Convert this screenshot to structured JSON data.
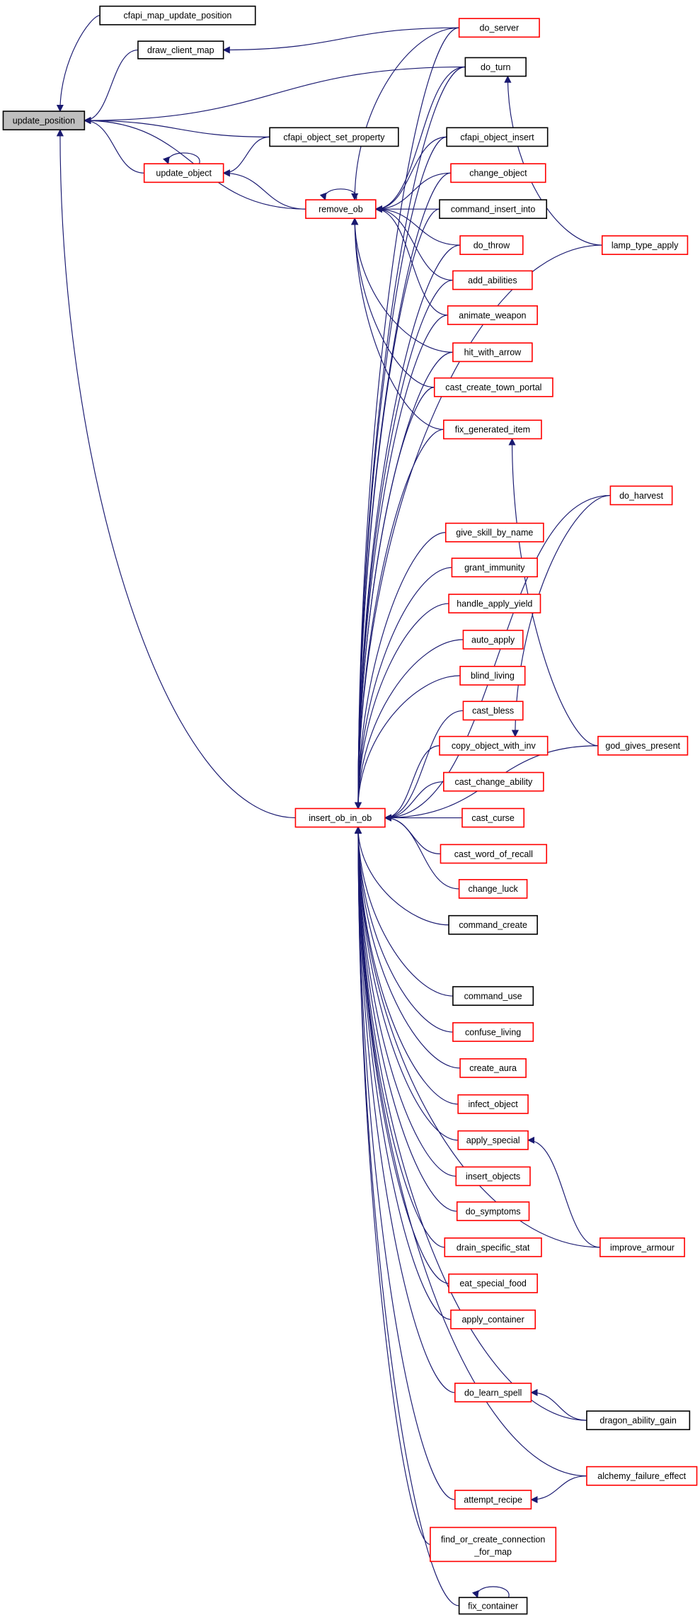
{
  "title": "update_position caller graph",
  "colors": {
    "edge": "#191970",
    "red_border": "#ff0000",
    "black_border": "#000000",
    "focus_fill": "#bfbfbf"
  },
  "nodes": [
    {
      "id": "update_position",
      "label": "update_position",
      "style": "focus"
    },
    {
      "id": "cfapi_map_update_position",
      "label": "cfapi_map_update_position",
      "style": "black"
    },
    {
      "id": "draw_client_map",
      "label": "draw_client_map",
      "style": "black"
    },
    {
      "id": "cfapi_object_set_property",
      "label": "cfapi_object_set_property",
      "style": "black"
    },
    {
      "id": "update_object",
      "label": "update_object",
      "style": "red"
    },
    {
      "id": "remove_ob",
      "label": "remove_ob",
      "style": "red"
    },
    {
      "id": "insert_ob_in_ob",
      "label": "insert_ob_in_ob",
      "style": "red"
    },
    {
      "id": "do_server",
      "label": "do_server",
      "style": "red"
    },
    {
      "id": "do_turn",
      "label": "do_turn",
      "style": "black"
    },
    {
      "id": "cfapi_object_insert",
      "label": "cfapi_object_insert",
      "style": "black"
    },
    {
      "id": "change_object",
      "label": "change_object",
      "style": "red"
    },
    {
      "id": "command_insert_into",
      "label": "command_insert_into",
      "style": "black"
    },
    {
      "id": "do_throw",
      "label": "do_throw",
      "style": "red"
    },
    {
      "id": "add_abilities",
      "label": "add_abilities",
      "style": "red"
    },
    {
      "id": "animate_weapon",
      "label": "animate_weapon",
      "style": "red"
    },
    {
      "id": "hit_with_arrow",
      "label": "hit_with_arrow",
      "style": "red"
    },
    {
      "id": "cast_create_town_portal",
      "label": "cast_create_town_portal",
      "style": "red"
    },
    {
      "id": "fix_generated_item",
      "label": "fix_generated_item",
      "style": "red"
    },
    {
      "id": "give_skill_by_name",
      "label": "give_skill_by_name",
      "style": "red"
    },
    {
      "id": "grant_immunity",
      "label": "grant_immunity",
      "style": "red"
    },
    {
      "id": "handle_apply_yield",
      "label": "handle_apply_yield",
      "style": "red"
    },
    {
      "id": "auto_apply",
      "label": "auto_apply",
      "style": "red"
    },
    {
      "id": "blind_living",
      "label": "blind_living",
      "style": "red"
    },
    {
      "id": "cast_bless",
      "label": "cast_bless",
      "style": "red"
    },
    {
      "id": "copy_object_with_inv",
      "label": "copy_object_with_inv",
      "style": "red"
    },
    {
      "id": "cast_change_ability",
      "label": "cast_change_ability",
      "style": "red"
    },
    {
      "id": "cast_curse",
      "label": "cast_curse",
      "style": "red"
    },
    {
      "id": "cast_word_of_recall",
      "label": "cast_word_of_recall",
      "style": "red"
    },
    {
      "id": "change_luck",
      "label": "change_luck",
      "style": "red"
    },
    {
      "id": "command_create",
      "label": "command_create",
      "style": "black"
    },
    {
      "id": "command_use",
      "label": "command_use",
      "style": "black"
    },
    {
      "id": "confuse_living",
      "label": "confuse_living",
      "style": "red"
    },
    {
      "id": "create_aura",
      "label": "create_aura",
      "style": "red"
    },
    {
      "id": "infect_object",
      "label": "infect_object",
      "style": "red"
    },
    {
      "id": "apply_special",
      "label": "apply_special",
      "style": "red"
    },
    {
      "id": "insert_objects",
      "label": "insert_objects",
      "style": "red"
    },
    {
      "id": "do_symptoms",
      "label": "do_symptoms",
      "style": "red"
    },
    {
      "id": "drain_specific_stat",
      "label": "drain_specific_stat",
      "style": "red"
    },
    {
      "id": "eat_special_food",
      "label": "eat_special_food",
      "style": "red"
    },
    {
      "id": "apply_container",
      "label": "apply_container",
      "style": "red"
    },
    {
      "id": "do_learn_spell",
      "label": "do_learn_spell",
      "style": "red"
    },
    {
      "id": "attempt_recipe",
      "label": "attempt_recipe",
      "style": "red"
    },
    {
      "id": "find_or_create_connection_for_map",
      "label": "find_or_create_connection",
      "label2": "_for_map",
      "style": "red"
    },
    {
      "id": "fix_container",
      "label": "fix_container",
      "style": "black"
    },
    {
      "id": "lamp_type_apply",
      "label": "lamp_type_apply",
      "style": "red"
    },
    {
      "id": "do_harvest",
      "label": "do_harvest",
      "style": "red"
    },
    {
      "id": "god_gives_present",
      "label": "god_gives_present",
      "style": "red"
    },
    {
      "id": "improve_armour",
      "label": "improve_armour",
      "style": "red"
    },
    {
      "id": "dragon_ability_gain",
      "label": "dragon_ability_gain",
      "style": "black"
    },
    {
      "id": "alchemy_failure_effect",
      "label": "alchemy_failure_effect",
      "style": "red"
    }
  ],
  "edges": [
    [
      "cfapi_map_update_position",
      "update_position"
    ],
    [
      "draw_client_map",
      "update_position"
    ],
    [
      "do_turn",
      "update_position"
    ],
    [
      "cfapi_object_set_property",
      "update_position"
    ],
    [
      "update_object",
      "update_position"
    ],
    [
      "remove_ob",
      "update_position"
    ],
    [
      "insert_ob_in_ob",
      "update_position"
    ],
    [
      "do_server",
      "draw_client_map"
    ],
    [
      "update_object",
      "update_object"
    ],
    [
      "cfapi_object_set_property",
      "update_object"
    ],
    [
      "remove_ob",
      "update_object"
    ],
    [
      "remove_ob",
      "remove_ob"
    ],
    [
      "do_server",
      "remove_ob"
    ],
    [
      "do_turn",
      "remove_ob"
    ],
    [
      "cfapi_object_insert",
      "remove_ob"
    ],
    [
      "change_object",
      "remove_ob"
    ],
    [
      "command_insert_into",
      "remove_ob"
    ],
    [
      "do_throw",
      "remove_ob"
    ],
    [
      "add_abilities",
      "remove_ob"
    ],
    [
      "animate_weapon",
      "remove_ob"
    ],
    [
      "hit_with_arrow",
      "remove_ob"
    ],
    [
      "cast_create_town_portal",
      "remove_ob"
    ],
    [
      "fix_generated_item",
      "remove_ob"
    ],
    [
      "do_server",
      "insert_ob_in_ob"
    ],
    [
      "do_turn",
      "insert_ob_in_ob"
    ],
    [
      "cfapi_object_insert",
      "insert_ob_in_ob"
    ],
    [
      "change_object",
      "insert_ob_in_ob"
    ],
    [
      "command_insert_into",
      "insert_ob_in_ob"
    ],
    [
      "do_throw",
      "insert_ob_in_ob"
    ],
    [
      "add_abilities",
      "insert_ob_in_ob"
    ],
    [
      "animate_weapon",
      "insert_ob_in_ob"
    ],
    [
      "hit_with_arrow",
      "insert_ob_in_ob"
    ],
    [
      "cast_create_town_portal",
      "insert_ob_in_ob"
    ],
    [
      "fix_generated_item",
      "insert_ob_in_ob"
    ],
    [
      "lamp_type_apply",
      "insert_ob_in_ob"
    ],
    [
      "do_harvest",
      "insert_ob_in_ob"
    ],
    [
      "give_skill_by_name",
      "insert_ob_in_ob"
    ],
    [
      "grant_immunity",
      "insert_ob_in_ob"
    ],
    [
      "handle_apply_yield",
      "insert_ob_in_ob"
    ],
    [
      "auto_apply",
      "insert_ob_in_ob"
    ],
    [
      "blind_living",
      "insert_ob_in_ob"
    ],
    [
      "cast_bless",
      "insert_ob_in_ob"
    ],
    [
      "copy_object_with_inv",
      "insert_ob_in_ob"
    ],
    [
      "cast_change_ability",
      "insert_ob_in_ob"
    ],
    [
      "cast_curse",
      "insert_ob_in_ob"
    ],
    [
      "cast_word_of_recall",
      "insert_ob_in_ob"
    ],
    [
      "change_luck",
      "insert_ob_in_ob"
    ],
    [
      "command_create",
      "insert_ob_in_ob"
    ],
    [
      "god_gives_present",
      "insert_ob_in_ob"
    ],
    [
      "command_use",
      "insert_ob_in_ob"
    ],
    [
      "confuse_living",
      "insert_ob_in_ob"
    ],
    [
      "create_aura",
      "insert_ob_in_ob"
    ],
    [
      "infect_object",
      "insert_ob_in_ob"
    ],
    [
      "apply_special",
      "insert_ob_in_ob"
    ],
    [
      "insert_objects",
      "insert_ob_in_ob"
    ],
    [
      "do_symptoms",
      "insert_ob_in_ob"
    ],
    [
      "drain_specific_stat",
      "insert_ob_in_ob"
    ],
    [
      "eat_special_food",
      "insert_ob_in_ob"
    ],
    [
      "apply_container",
      "insert_ob_in_ob"
    ],
    [
      "improve_armour",
      "insert_ob_in_ob"
    ],
    [
      "do_learn_spell",
      "insert_ob_in_ob"
    ],
    [
      "dragon_ability_gain",
      "insert_ob_in_ob"
    ],
    [
      "alchemy_failure_effect",
      "insert_ob_in_ob"
    ],
    [
      "attempt_recipe",
      "insert_ob_in_ob"
    ],
    [
      "find_or_create_connection_for_map",
      "insert_ob_in_ob"
    ],
    [
      "fix_container",
      "insert_ob_in_ob"
    ],
    [
      "lamp_type_apply",
      "do_turn"
    ],
    [
      "god_gives_present",
      "fix_generated_item"
    ],
    [
      "do_harvest",
      "copy_object_with_inv"
    ],
    [
      "improve_armour",
      "apply_special"
    ],
    [
      "dragon_ability_gain",
      "do_learn_spell"
    ],
    [
      "alchemy_failure_effect",
      "attempt_recipe"
    ],
    [
      "fix_container",
      "fix_container"
    ]
  ]
}
